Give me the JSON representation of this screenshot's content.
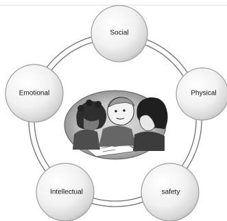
{
  "diagram": {
    "nodes": [
      {
        "id": "social",
        "label": "Social"
      },
      {
        "id": "physical",
        "label": "Physical"
      },
      {
        "id": "safety",
        "label": "safety"
      },
      {
        "id": "intellectual",
        "label": "Intellectual"
      },
      {
        "id": "emotional",
        "label": "Emotional"
      }
    ],
    "center_image": {
      "icon": "children-drawing-illustration"
    }
  }
}
